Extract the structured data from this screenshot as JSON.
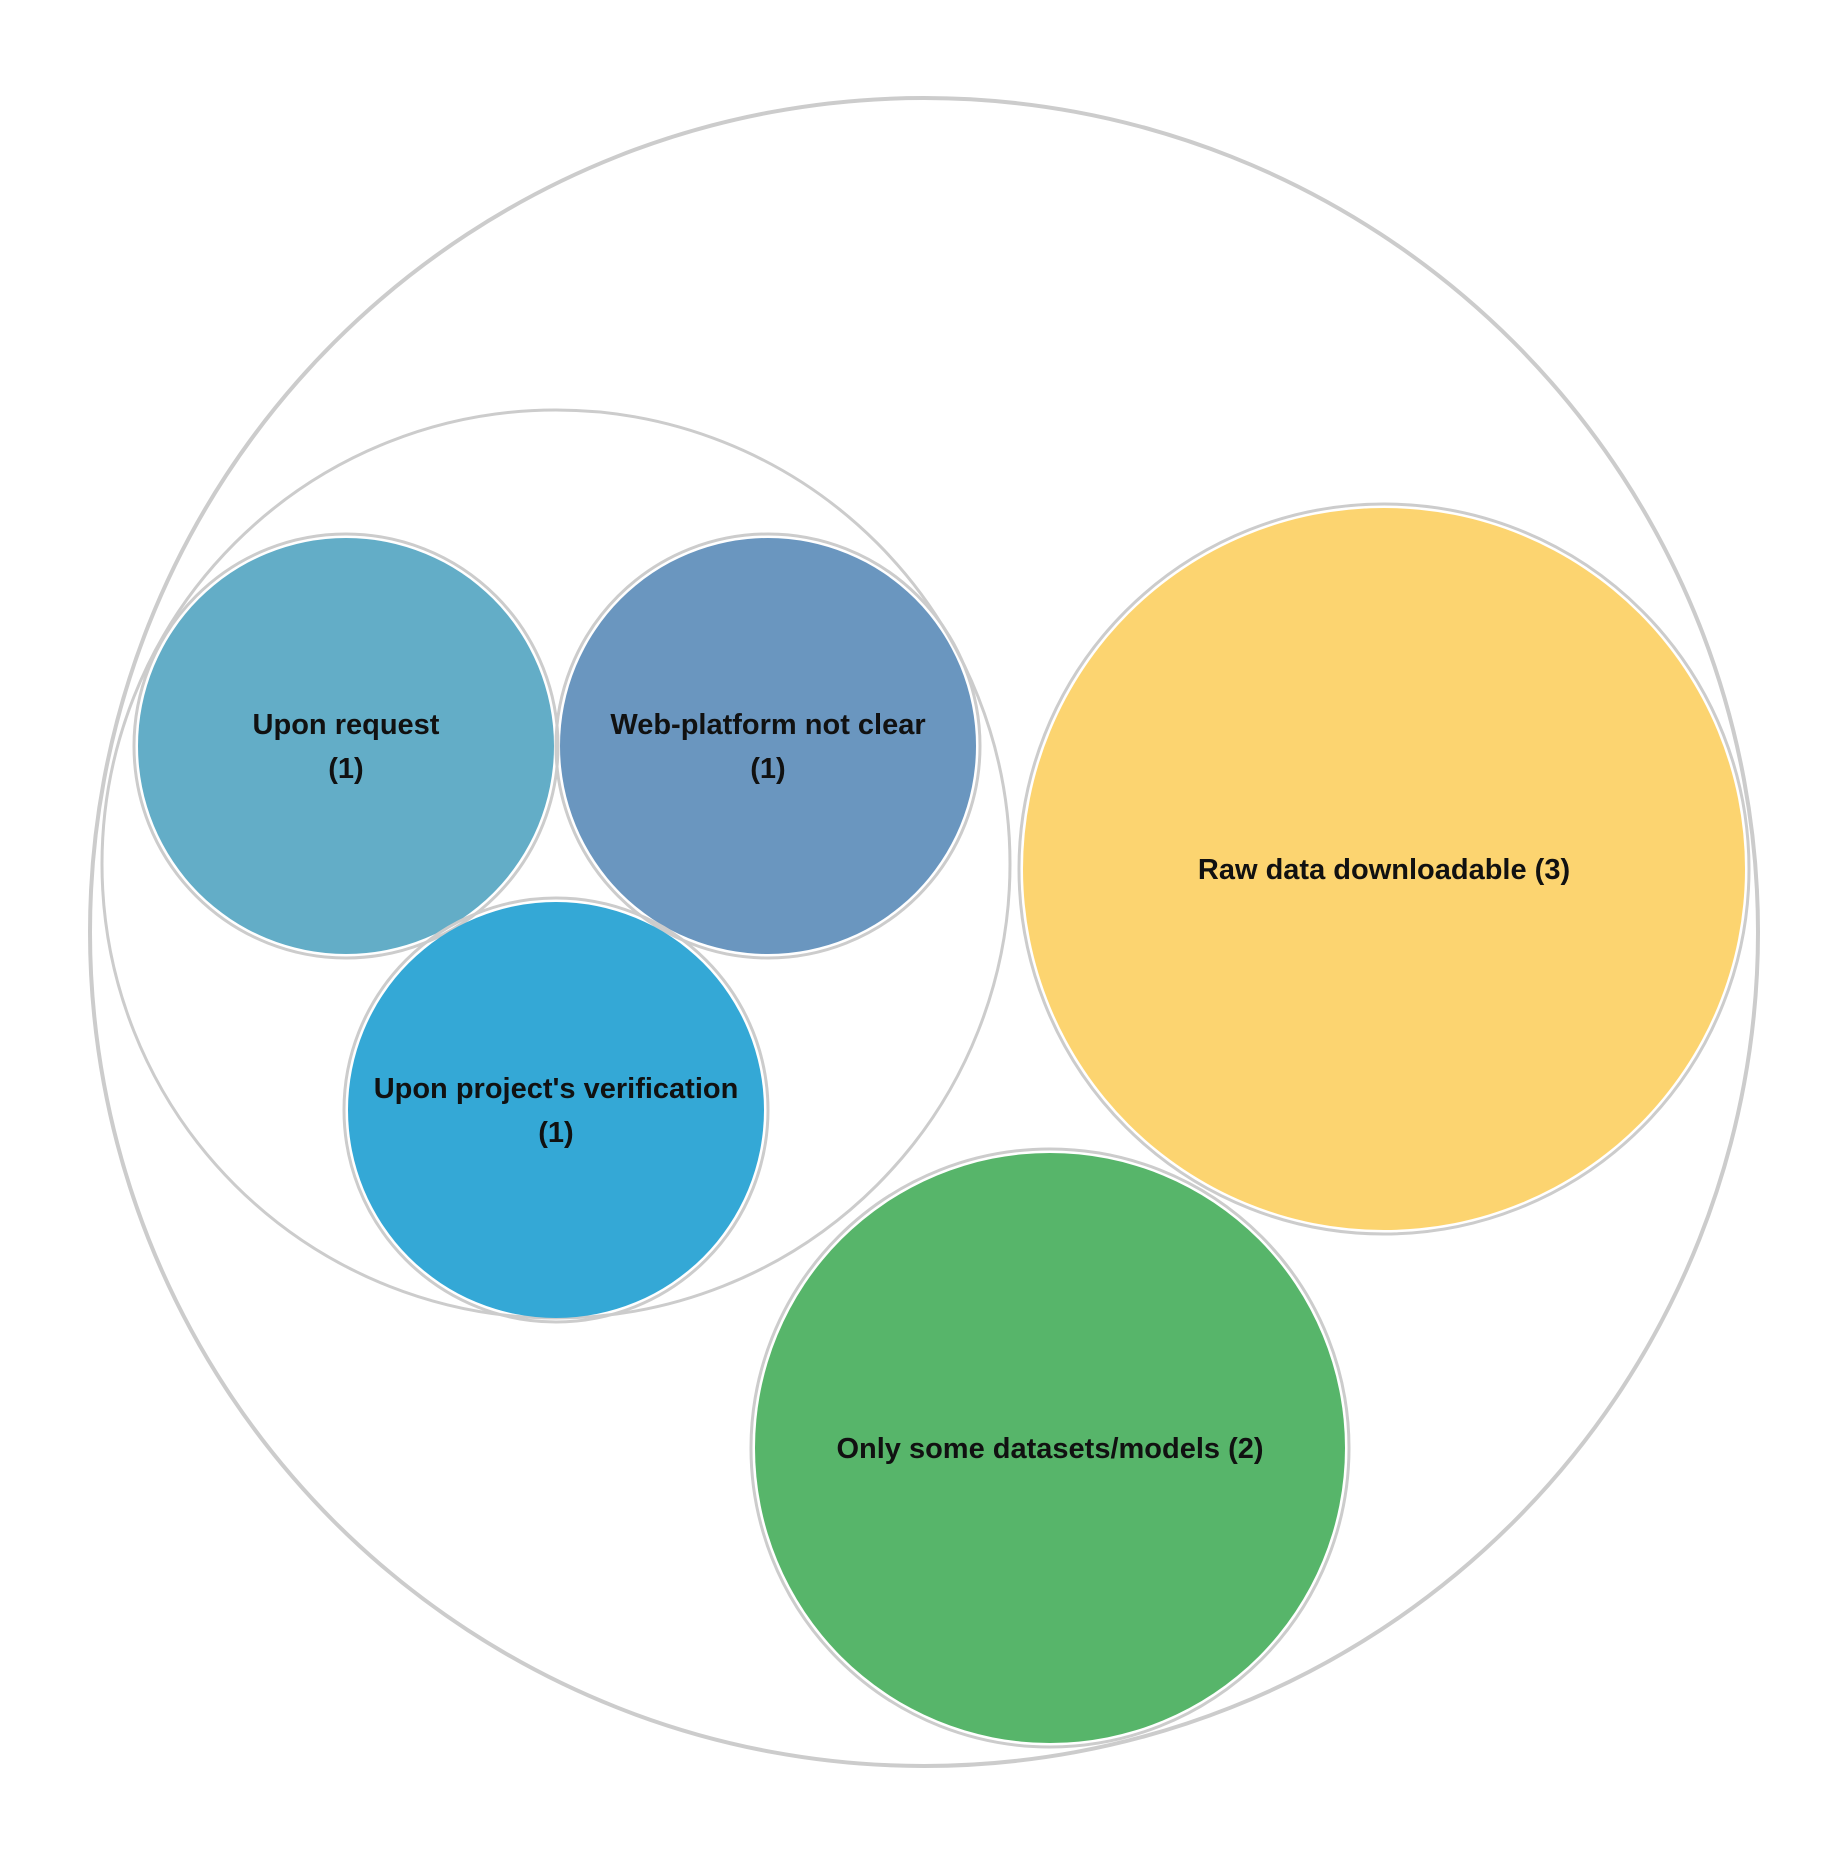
{
  "chart_data": {
    "type": "circle-packing",
    "title": "",
    "children": [
      {
        "group": true,
        "children": [
          {
            "label_lines": [
              "Upon request",
              "(1)"
            ],
            "name": "Upon request",
            "value": 1,
            "color": "#63adc7"
          },
          {
            "label_lines": [
              "Web-platform not clear",
              "(1)"
            ],
            "name": "Web-platform not clear",
            "value": 1,
            "color": "#6a96bf"
          },
          {
            "label_lines": [
              "Upon project's verification",
              "(1)"
            ],
            "name": "Upon project's verification",
            "value": 1,
            "color": "#34a8d6"
          }
        ]
      },
      {
        "label_lines": [
          "Raw data downloadable (3)"
        ],
        "name": "Raw data downloadable",
        "value": 3,
        "color": "#fcd470"
      },
      {
        "label_lines": [
          "Only some datasets/models (2)"
        ],
        "name": "Only some datasets/models",
        "value": 2,
        "color": "#57b56a"
      }
    ],
    "outline_color": "#cccccc"
  }
}
